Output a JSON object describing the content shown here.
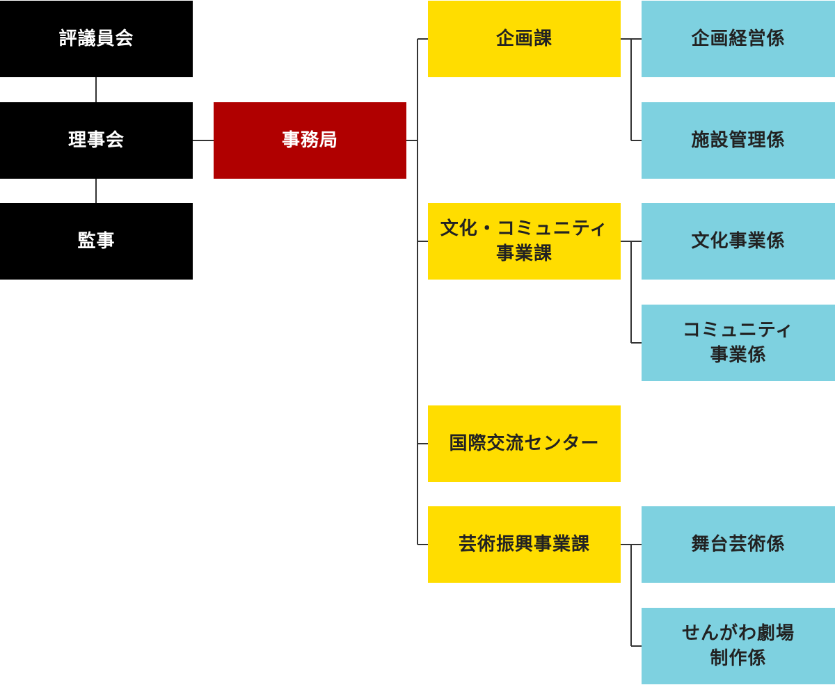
{
  "colors": {
    "board": "#000000",
    "secretariat": "#b00000",
    "section": "#ffdd00",
    "unit": "#7ed1e0",
    "connector": "#333333"
  },
  "board": {
    "council": "評議員会",
    "directors": "理事会",
    "auditor": "監事"
  },
  "secretariat": "事務局",
  "sections": {
    "planning": "企画課",
    "culture_community": "文化・コミュニティ\n事業課",
    "international": "国際交流センター",
    "arts": "芸術振興事業課"
  },
  "units": {
    "planning_management": "企画経営係",
    "facility_management": "施設管理係",
    "cultural_programs": "文化事業係",
    "community_programs": "コミュニティ\n事業係",
    "stage_arts": "舞台芸術係",
    "theater_production": "せんがわ劇場\n制作係"
  }
}
